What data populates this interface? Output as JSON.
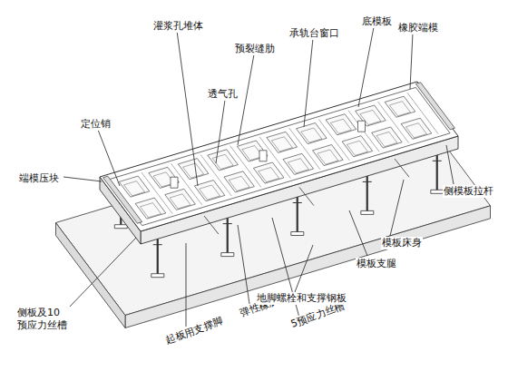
{
  "diagram": {
    "labels": [
      "灌浆孔堆体",
      "预裂缝肋",
      "承轨台窗口",
      "底模板",
      "橡胶端模",
      "透气孔",
      "定位销",
      "端模压块",
      "侧板及10 预应力丝槽",
      "起板用支撑脚",
      "弹性橡胶块",
      "5预应力丝槽",
      "地脚螺栓和支撑钢板",
      "模板支腿",
      "模板床身",
      "侧模板拉杆"
    ]
  }
}
